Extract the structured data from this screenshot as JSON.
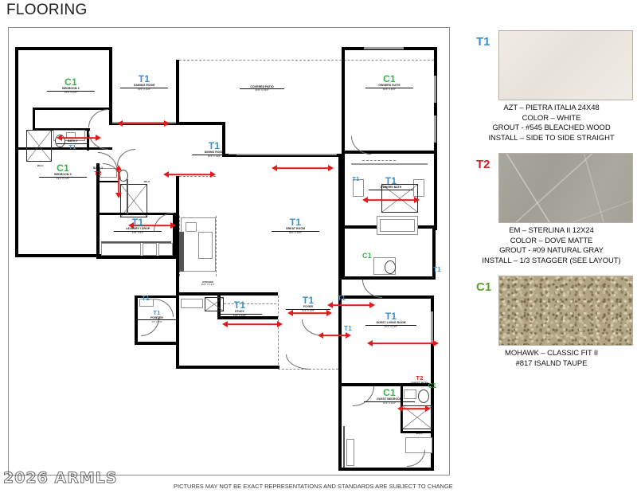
{
  "page": {
    "title": "FLOORING",
    "disclaimer": "PICTURES MAY NOT BE EXACT REPRESENTATIONS AND STANDARDS ARE SUBJECT TO CHANGE",
    "watermark": "2026 ARMLS"
  },
  "colors": {
    "t1": "#3d8fc7",
    "t2": "#d61f1f",
    "c1": "#37b24d",
    "arrow": "#e01b1b",
    "wall": "#000000",
    "frame": "#8d8d8d"
  },
  "legend": [
    {
      "code": "T1",
      "swatch": "tile-swatch-white",
      "lines": [
        "AZT – PIETRA ITALIA 24X48",
        "COLOR – WHITE",
        "GROUT - #545 BLEACHED WOOD",
        "INSTALL – SIDE TO SIDE STRAIGHT"
      ]
    },
    {
      "code": "T2",
      "swatch": "tile-swatch-dove-matte",
      "lines": [
        "EM – STERLINA II 12X24",
        "COLOR – DOVE MATTE",
        "GROUT - #09 NATURAL GRAY",
        "INSTALL – 1/3 STAGGER (SEE LAYOUT)"
      ]
    },
    {
      "code": "C1",
      "swatch": "carpet-swatch-island-taupe",
      "lines": [
        "MOHAWK – CLASSIC FIT II",
        "#817 ISALND TAUPE"
      ]
    }
  ],
  "rooms": [
    {
      "code": "C1",
      "name": "BEDROOM 2",
      "dim": "13'2\" X 11'0\""
    },
    {
      "code": "T1",
      "name": "GAMING ROOM",
      "dim": "13'0\" X 14'4\""
    },
    {
      "code": "T1",
      "name": "BATH 2",
      "dim": ""
    },
    {
      "code": "C1",
      "name": "BEDROOM 3",
      "dim": "13'2\" X 11'0\""
    },
    {
      "code": "T2",
      "name": "BATH 3",
      "dim": ""
    },
    {
      "code": "T1",
      "name": "DINING ROOM",
      "dim": "13'0\" X 12'0\""
    },
    {
      "code": "",
      "name": "COVERED PATIO",
      "dim": "30'0\" X 15'4\""
    },
    {
      "code": "C1",
      "name": "OWNERS SUITE",
      "dim": "16'0\" X 15'0\""
    },
    {
      "code": "T1",
      "name": "OWNERS BATH",
      "dim": ""
    },
    {
      "code": "T1",
      "name": "LAUNDRY / DROP",
      "dim": "13'0\" X 9'0\""
    },
    {
      "code": "T1",
      "name": "GREAT ROOM",
      "dim": "20'0\" X 20'0\""
    },
    {
      "code": "",
      "name": "KITCHEN",
      "dim": "16'0\" X 14'0\""
    },
    {
      "code": "C1",
      "name": "W.I.C.",
      "dim": ""
    },
    {
      "code": "T1",
      "name": "POWDER",
      "dim": "7'0\" X 5'0\""
    },
    {
      "code": "T1",
      "name": "FOYER",
      "dim": "11'4\" X 10'0\""
    },
    {
      "code": "T1",
      "name": "STUDY",
      "dim": "12'0\" X 12'0\""
    },
    {
      "code": "T1",
      "name": "GUEST LIVING ROOM",
      "dim": "14'4\" X 13'0\""
    },
    {
      "code": "C1",
      "name": "GUEST BEDROOM",
      "dim": "13'4\" X 12'0\""
    },
    {
      "code": "T2",
      "name": "GUEST BATH",
      "dim": ""
    },
    {
      "code": "C1",
      "name": "GUEST W.I.C.",
      "dim": ""
    }
  ]
}
